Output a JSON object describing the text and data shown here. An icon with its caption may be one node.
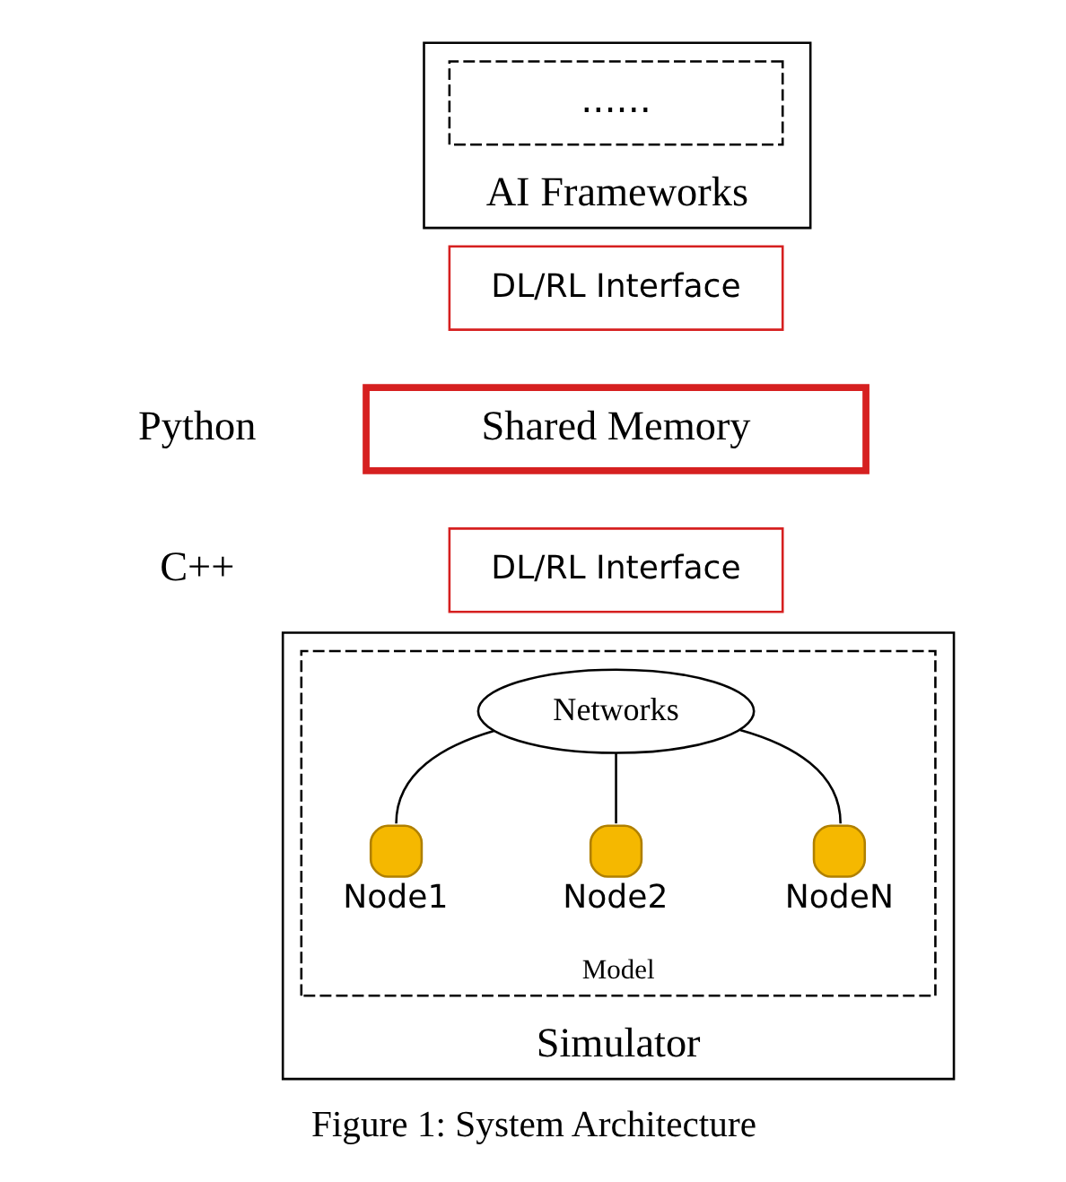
{
  "diagram": {
    "caption": "Figure 1: System Architecture",
    "nodes": [
      {
        "text": [
          "AI Frameworks"
        ]
      },
      {
        "text": [
          "......"
        ],
        "in": 0
      },
      {
        "text": [
          "DL/RL Interface"
        ]
      },
      {
        "text": [
          "Shared Memory"
        ]
      },
      {
        "text": [
          "DL/RL Interface"
        ]
      },
      {
        "text": [
          "Simulator"
        ]
      },
      {
        "text": [
          "Model"
        ],
        "in": 5
      },
      {
        "text": [
          "Networks"
        ],
        "in": 6
      },
      {
        "text": [],
        "shape": "circle",
        "beside": [
          "Node1"
        ],
        "in": 6
      },
      {
        "text": [],
        "shape": "circle",
        "beside": [
          "Node2"
        ],
        "in": 6
      },
      {
        "text": [],
        "shape": "circle",
        "beside": [
          "NodeN"
        ],
        "in": 6
      }
    ],
    "edges": [
      {
        "from": 7,
        "to": 8,
        "arrow": "none"
      },
      {
        "from": 7,
        "to": 9,
        "arrow": "none"
      },
      {
        "from": 7,
        "to": 10,
        "arrow": "none"
      }
    ],
    "labels": [
      "Python",
      "C++"
    ]
  }
}
